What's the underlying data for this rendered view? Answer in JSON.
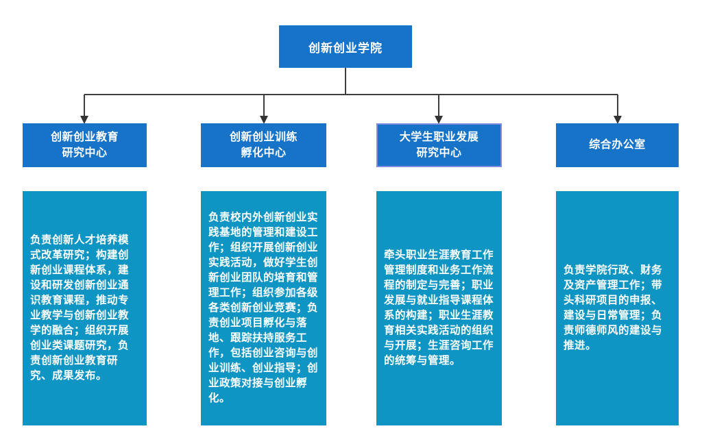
{
  "diagram": {
    "type": "org-chart",
    "root": {
      "title": "创新创业学院"
    },
    "branches": [
      {
        "title_line1": "创新创业教育",
        "title_line2": "研究中心",
        "highlighted": false,
        "description": "负责创新人才培养模式改革研究；构建创新创业课程体系，建设和研发创新创业通识教育课程，推动专业教学与创新创业教学的融合；组织开展创业类课题研究，负责创新创业教育研究、成果发布。"
      },
      {
        "title_line1": "创新创业训练",
        "title_line2": "孵化中心",
        "highlighted": false,
        "description": "负责校内外创新创业实践基地的管理和建设工作；组织开展创新创业实践活动，做好学生创新创业团队的培育和管理工作；组织参加各级各类创新创业竞赛；负责创业项目孵化与落地、跟踪扶持服务工作，包括创业咨询与创业训练、创业指导；创业政策对接与创业孵化。"
      },
      {
        "title_line1": "大学生职业发展",
        "title_line2": "研究中心",
        "highlighted": true,
        "description": "牵头职业生涯教育工作管理制度和业务工作流程的制定与完善；职业发展与就业指导课程体系的构建；职业生涯教育相关实践活动的组织与开展；生涯咨询工作的统筹与管理。"
      },
      {
        "title_line1": "综合办公室",
        "title_line2": "",
        "highlighted": false,
        "description": "负责学院行政、财务及资产管理工作；带头科研项目的申报、建设与日常管理；负责师德师风的建设与推进。"
      }
    ],
    "colors": {
      "header_blue": "#1673c8",
      "body_teal": "#0f95c3",
      "highlight_border": "#7e8ce4",
      "connector_line": "#3d3d3d"
    }
  }
}
